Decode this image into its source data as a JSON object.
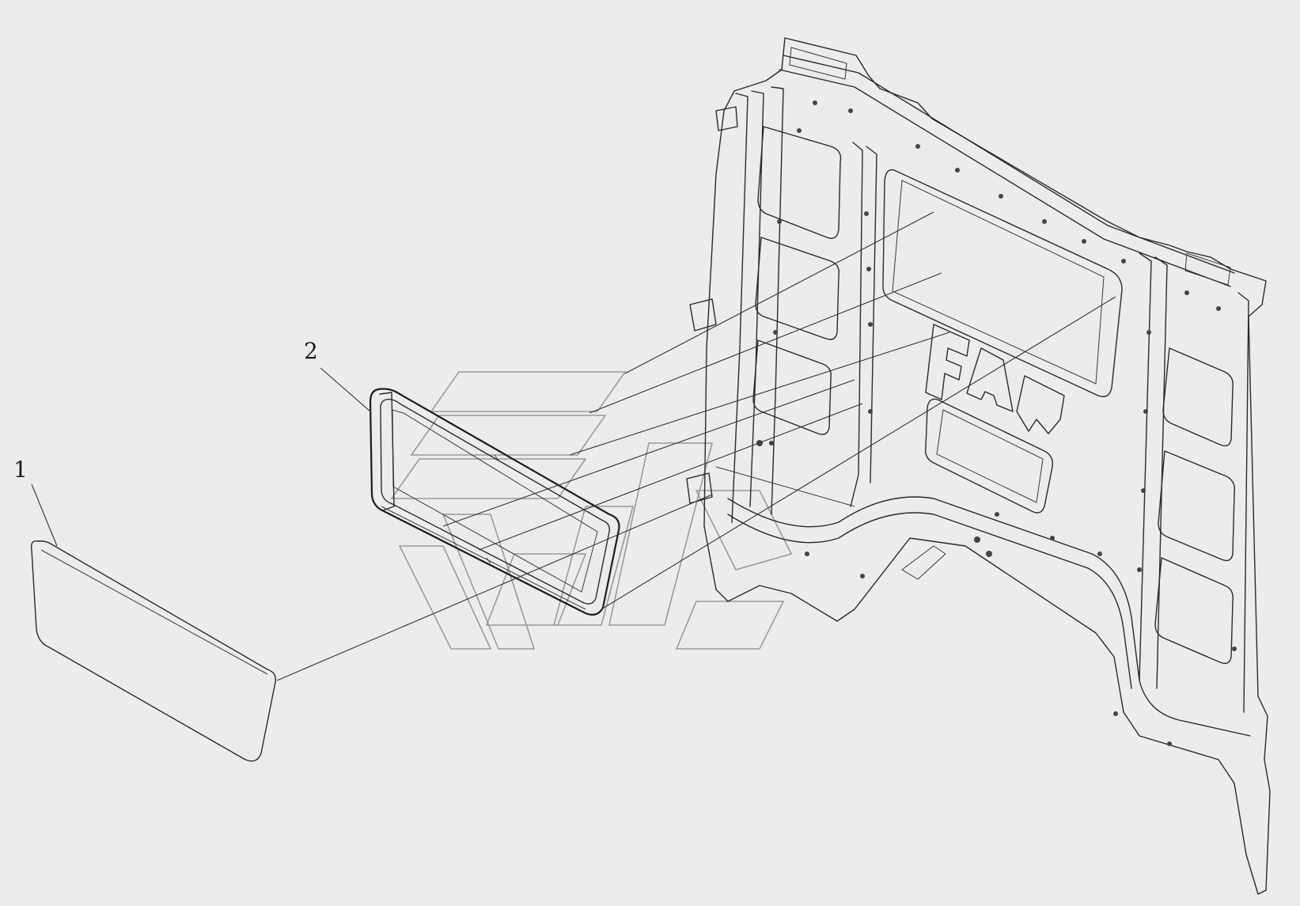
{
  "callouts": [
    {
      "id": "1",
      "label": "1"
    },
    {
      "id": "2",
      "label": "2"
    }
  ],
  "parts": {
    "glass_pane": "glass-pane",
    "window_seal": "window-seal",
    "rear_wall": "cab-rear-wall-panel"
  },
  "colors": {
    "background": "#ececec",
    "line": "#2a2a2a",
    "watermark": "#9a9a9a"
  }
}
